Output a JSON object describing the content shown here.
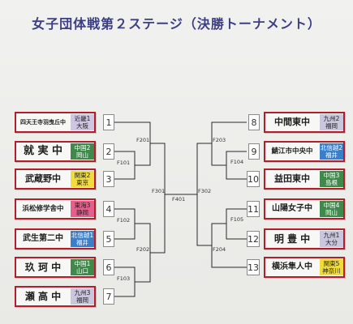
{
  "title": "女子団体戦第２ステージ（決勝トーナメント）",
  "colors": {
    "border": "#b41e2a",
    "title": "#3d3f86"
  },
  "left_teams": [
    {
      "num": "1",
      "name": "四天王寺羽曳丘中",
      "region": [
        "近畿1",
        "大阪"
      ],
      "region_color": "#cfc6e3"
    },
    {
      "num": "2",
      "name": "就 実 中",
      "region": [
        "中国2",
        "岡山"
      ],
      "region_color": "#3f8a4a"
    },
    {
      "num": "3",
      "name": "武蔵野中",
      "region": [
        "関東2",
        "東京"
      ],
      "region_color": "#f0dc3c"
    },
    {
      "num": "4",
      "name": "浜松修学舎中",
      "region": [
        "東海3",
        "静岡"
      ],
      "region_color": "#e65f8c"
    },
    {
      "num": "5",
      "name": "武生第二中",
      "region": [
        "北信越1",
        "福井"
      ],
      "region_color": "#3a7fc8"
    },
    {
      "num": "6",
      "name": "玖 珂 中",
      "region": [
        "中国1",
        "山口"
      ],
      "region_color": "#3f8a4a"
    },
    {
      "num": "7",
      "name": "瀬 高 中",
      "region": [
        "九州3",
        "福岡"
      ],
      "region_color": "#c9c6de"
    }
  ],
  "right_teams": [
    {
      "num": "8",
      "name": "中間東中",
      "region": [
        "九州2",
        "福岡"
      ],
      "region_color": "#c9c6de"
    },
    {
      "num": "9",
      "name": "鯖江市中央中",
      "region": [
        "北信越2",
        "福井"
      ],
      "region_color": "#3a7fc8"
    },
    {
      "num": "10",
      "name": "益田東中",
      "region": [
        "中国3",
        "島根"
      ],
      "region_color": "#3f8a4a"
    },
    {
      "num": "11",
      "name": "山陽女子中",
      "region": [
        "中国4",
        "岡山"
      ],
      "region_color": "#3f8a4a"
    },
    {
      "num": "12",
      "name": "明 豊 中",
      "region": [
        "九州1",
        "大分"
      ],
      "region_color": "#c9c6de"
    },
    {
      "num": "13",
      "name": "横浜隼人中",
      "region": [
        "関東5",
        "神奈川"
      ],
      "region_color": "#f0dc3c"
    }
  ],
  "match_labels": [
    "F101",
    "F102",
    "F103",
    "F104",
    "F105",
    "F201",
    "F202",
    "F203",
    "F204",
    "F301",
    "F302",
    "F401"
  ]
}
